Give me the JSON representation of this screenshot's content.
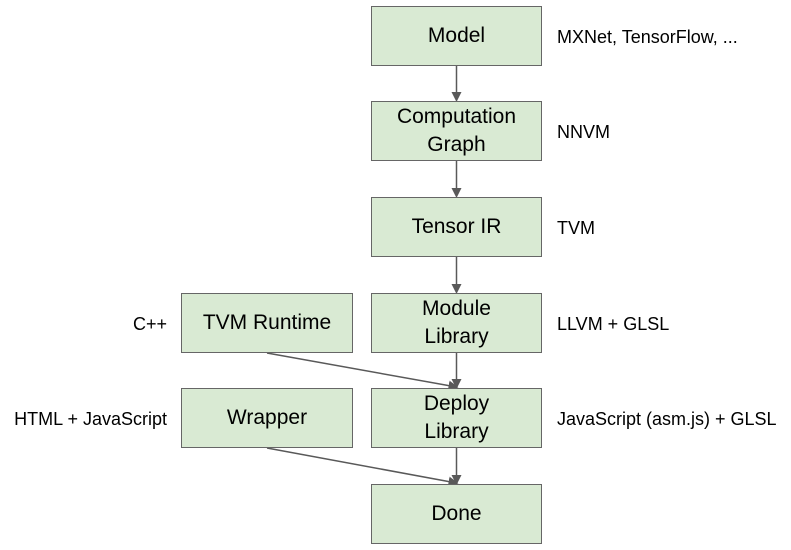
{
  "colors": {
    "box_fill": "#d9ead3",
    "box_border": "#666666",
    "arrow": "#595959"
  },
  "main_chain": [
    {
      "id": "model",
      "label": "Model",
      "annotation": "MXNet, TensorFlow, ..."
    },
    {
      "id": "graph",
      "label": "Computation\nGraph",
      "annotation": "NNVM"
    },
    {
      "id": "tensor_ir",
      "label": "Tensor IR",
      "annotation": "TVM"
    },
    {
      "id": "module_library",
      "label": "Module\nLibrary",
      "annotation": "LLVM + GLSL"
    },
    {
      "id": "deploy_library",
      "label": "Deploy\nLibrary",
      "annotation": "JavaScript (asm.js) + GLSL"
    },
    {
      "id": "done",
      "label": "Done",
      "annotation": ""
    }
  ],
  "side_nodes": [
    {
      "id": "tvm_runtime",
      "label": "TVM Runtime",
      "annotation": "C++",
      "feeds": "deploy_library"
    },
    {
      "id": "wrapper",
      "label": "Wrapper",
      "annotation": "HTML + JavaScript",
      "feeds": "done"
    }
  ],
  "edges": [
    [
      "model",
      "graph"
    ],
    [
      "graph",
      "tensor_ir"
    ],
    [
      "tensor_ir",
      "module_library"
    ],
    [
      "module_library",
      "deploy_library"
    ],
    [
      "deploy_library",
      "done"
    ],
    [
      "tvm_runtime",
      "deploy_library"
    ],
    [
      "wrapper",
      "done"
    ]
  ]
}
